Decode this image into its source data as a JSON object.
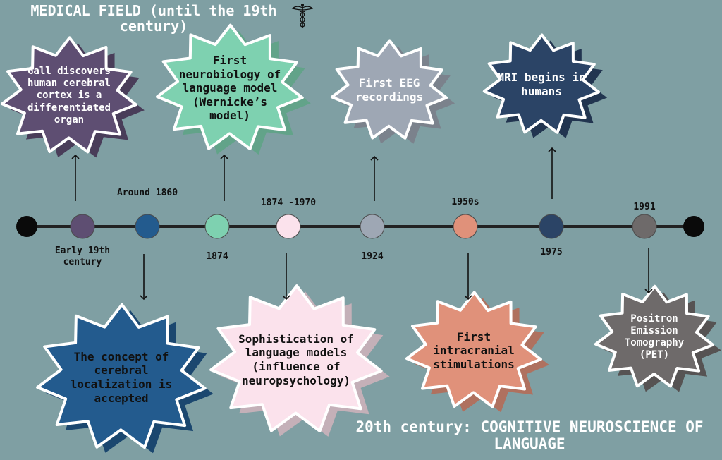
{
  "titles": {
    "top": "MEDICAL FIELD (until the 19th century)",
    "bottom": "20th century: COGNITIVE NEUROSCIENCE OF LANGUAGE"
  },
  "icons": {
    "header": "caduceus-icon"
  },
  "colors": {
    "background": "#7f9fa3",
    "timeline": "#222222",
    "outline": "#ffffff"
  },
  "events": [
    {
      "id": "gall",
      "date": "Early 19th century",
      "text": "Gall discovers human cerebral cortex is a differentiated organ",
      "position": "above",
      "color": "#5e4e72",
      "text_color": "#ffffff"
    },
    {
      "id": "localization",
      "date": "Around 1860",
      "text": "The concept of cerebral localization is accepted",
      "position": "below",
      "color": "#235b8e",
      "text_color": "#111111"
    },
    {
      "id": "wernicke",
      "date": "1874",
      "text": "First neurobiology of language model (Wernicke’s model)",
      "position": "above",
      "color": "#7ed1b0",
      "text_color": "#111111"
    },
    {
      "id": "sophistication",
      "date": "1874 -1970",
      "text": "Sophistication of language models (influence of neuropsychology)",
      "position": "below",
      "color": "#fbe2ec",
      "text_color": "#111111"
    },
    {
      "id": "eeg",
      "date": "1924",
      "text": "First EEG recordings",
      "position": "above",
      "color": "#9ea7b4",
      "text_color": "#ffffff"
    },
    {
      "id": "intracranial",
      "date": "1950s",
      "text": "First intracranial stimulations",
      "position": "below",
      "color": "#e0917a",
      "text_color": "#111111"
    },
    {
      "id": "mri",
      "date": "1975",
      "text": "MRI begins in humans",
      "position": "above",
      "color": "#2b4466",
      "text_color": "#ffffff"
    },
    {
      "id": "pet",
      "date": "1991",
      "text": "Positron Emission Tomography (PET)",
      "position": "below",
      "color": "#6e6a6a",
      "text_color": "#ffffff"
    }
  ]
}
